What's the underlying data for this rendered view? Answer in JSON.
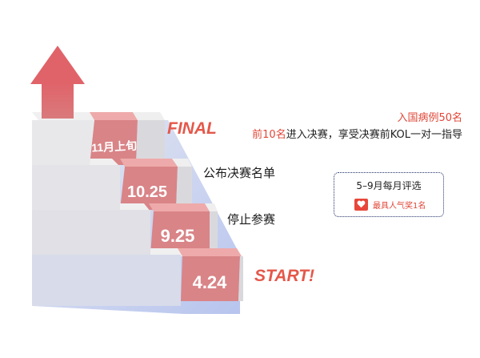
{
  "labels": {
    "final": "FINAL",
    "start": "START!"
  },
  "steps": [
    {
      "date": "4.24"
    },
    {
      "date": "9.25"
    },
    {
      "date": "10.25"
    },
    {
      "date": "11月上旬"
    }
  ],
  "phases": [
    {
      "text": "公布决赛名单"
    },
    {
      "text": "停止参赛"
    }
  ],
  "notes": {
    "line1": "入国病例50名",
    "line2_highlight": "前10名",
    "line2_rest": "进入决赛，享受决赛前KOL一对一指导"
  },
  "award": {
    "title": "5–9月每月评选",
    "icon": "heart-icon",
    "text": "最具人气奖1名"
  },
  "colors": {
    "accent_red": "#e4584a",
    "step_fill": "#d98487",
    "stair_top": "#ececec",
    "stair_side": "#dcdde3",
    "stair_shadow": "#bdc8ee",
    "arrow_fill": "#e0686c"
  }
}
